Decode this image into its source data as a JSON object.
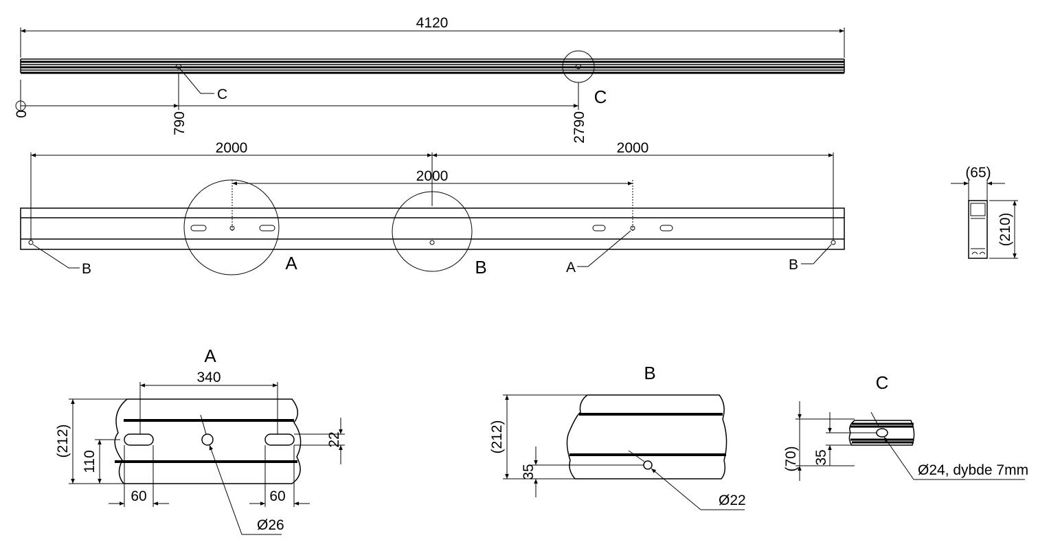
{
  "top_view": {
    "overall_length": "4120",
    "origin": "0",
    "pos_1": "790",
    "pos_2": "2790",
    "callout_c": "C",
    "detail_c_label": "C"
  },
  "front_view": {
    "span_left": "2000",
    "span_middle": "2000",
    "span_right": "2000",
    "callout_b_left": "B",
    "detail_a_label": "A",
    "detail_b_label": "B",
    "callout_a": "A",
    "callout_b_right": "B"
  },
  "section_view": {
    "width": "(65)",
    "height": "(210)"
  },
  "detail_a": {
    "title": "A",
    "slot_spacing": "340",
    "height": "(212)",
    "inner_height": "110",
    "slot_height": "22",
    "slot_width_left": "60",
    "slot_width_right": "60",
    "hole_diameter": "Ø26"
  },
  "detail_b": {
    "title": "B",
    "height": "(212)",
    "hole_offset": "35",
    "hole_diameter": "Ø22"
  },
  "detail_c": {
    "title": "C",
    "height": "(70)",
    "offset": "35",
    "note": "Ø24, dybde 7mm"
  }
}
